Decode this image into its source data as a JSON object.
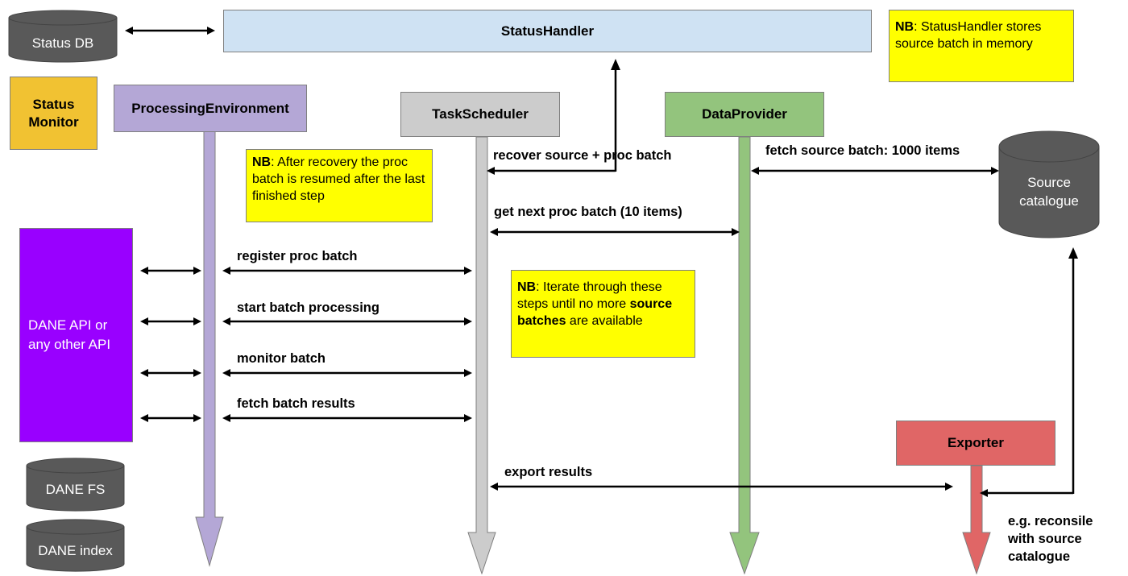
{
  "colors": {
    "status_handler": "#cfe2f3",
    "status_monitor": "#f1c232",
    "processing_env": "#b4a7d6",
    "task_scheduler": "#cccccc",
    "data_provider": "#93c47d",
    "exporter": "#e06666",
    "dane_api": "#9900ff",
    "note": "#ffff00",
    "db": "#595959",
    "arrow": "#000000"
  },
  "components": {
    "status_db": "Status DB",
    "status_handler": "StatusHandler",
    "status_monitor": [
      "Status",
      "Monitor"
    ],
    "processing_env": "ProcessingEnvironment",
    "task_scheduler": "TaskScheduler",
    "data_provider": "DataProvider",
    "source_catalogue": [
      "Source",
      "catalogue"
    ],
    "dane_api": [
      "DANE API or",
      "any other API"
    ],
    "dane_fs": "DANE FS",
    "dane_index": "DANE index",
    "exporter": "Exporter"
  },
  "notes": {
    "status_handler": {
      "nb": "NB",
      "text": ": StatusHandler stores source batch in memory"
    },
    "recovery": {
      "nb": "NB",
      "text": ": After recovery the proc batch is resumed after the last finished step"
    },
    "iterate": {
      "nb": "NB",
      "text_before": ": Iterate through these steps until no more ",
      "bold_text": "source batches",
      "text_after": " are available"
    }
  },
  "messages": {
    "recover": "recover source + proc batch",
    "fetch_source": "fetch source batch: 1000 items",
    "next_batch": "get next proc batch (10 items)",
    "register": "register proc batch",
    "start": "start batch processing",
    "monitor": "monitor batch",
    "fetch_results": "fetch batch results",
    "export": "export results",
    "reconcile": [
      "e.g. reconsile",
      "with source",
      "catalogue"
    ]
  }
}
